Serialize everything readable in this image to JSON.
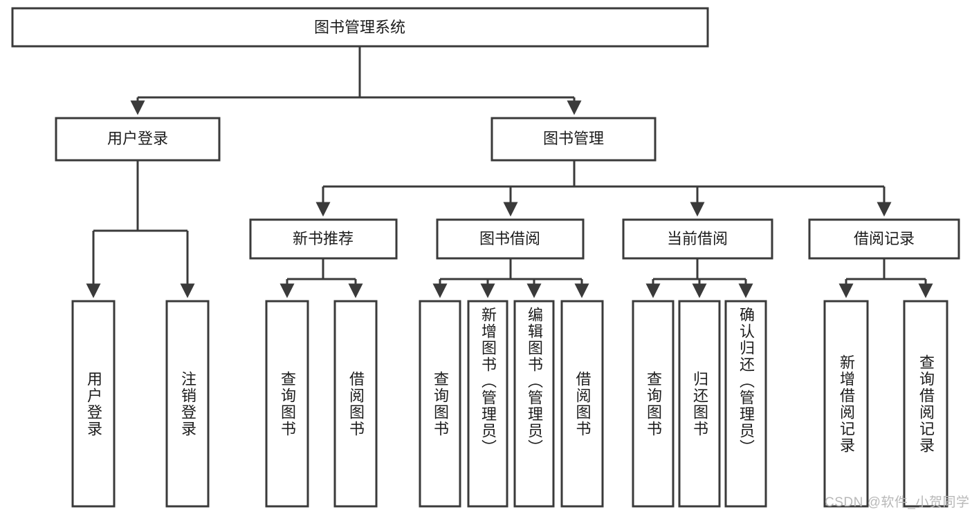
{
  "diagram": {
    "type": "tree",
    "title": "图书管理系统",
    "watermark": "CSDN @软件_小贺同学",
    "colors": {
      "box_stroke": "#3a3a3a",
      "box_fill": "#ffffff",
      "text": "#1c1c1c",
      "connector": "#3a3a3a",
      "watermark": "#b8b8b8",
      "background": "#ffffff"
    },
    "levels": {
      "root": {
        "label": "图书管理系统"
      },
      "level2": [
        {
          "label": "用户登录"
        },
        {
          "label": "图书管理"
        }
      ],
      "level3": [
        {
          "label": "新书推荐"
        },
        {
          "label": "图书借阅"
        },
        {
          "label": "当前借阅"
        },
        {
          "label": "借阅记录"
        }
      ],
      "leaves": {
        "user_login": [
          {
            "label": "用户登录"
          },
          {
            "label": "注销登录"
          }
        ],
        "new_book_recommend": [
          {
            "label": "查询图书"
          },
          {
            "label": "借阅图书"
          }
        ],
        "book_borrow": [
          {
            "label": "查询图书"
          },
          {
            "label": "新增图书（管理员）"
          },
          {
            "label": "编辑图书（管理员）"
          },
          {
            "label": "借阅图书"
          }
        ],
        "current_borrow": [
          {
            "label": "查询图书"
          },
          {
            "label": "归还图书"
          },
          {
            "label": "确认归还（管理员）"
          }
        ],
        "borrow_record": [
          {
            "label": "新增借阅记录"
          },
          {
            "label": "查询借阅记录"
          }
        ]
      }
    }
  }
}
